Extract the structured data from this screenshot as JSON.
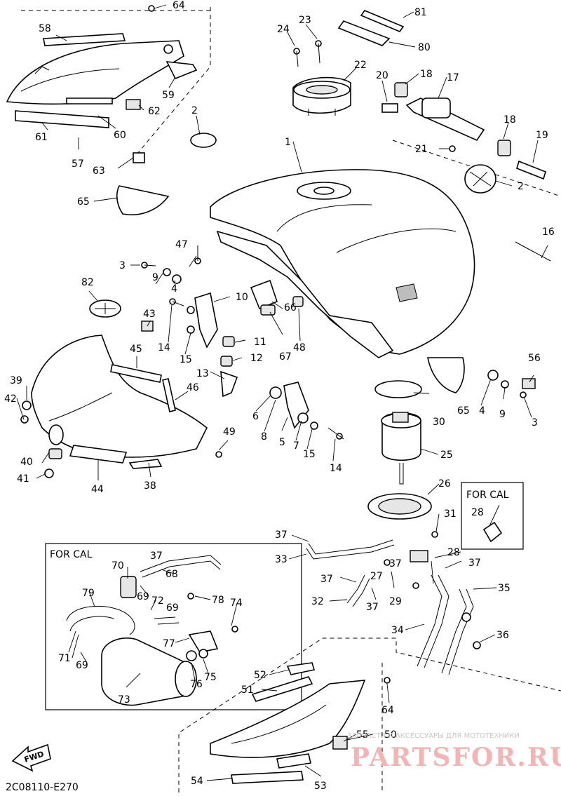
{
  "diagram_code": "2C08110-E270",
  "fwd_label": "FWD",
  "for_cal_label_1": "FOR CAL",
  "for_cal_label_2": "FOR CAL",
  "watermark_top": "ЗАПЧАСТИ И АКСЕССУАРЫ ДЛЯ МОТОТЕХНИКИ",
  "watermark_main": "PARTSFOR.RU",
  "labels": [
    "1",
    "2",
    "2",
    "3",
    "3",
    "4",
    "4",
    "5",
    "6",
    "7",
    "8",
    "9",
    "9",
    "10",
    "11",
    "12",
    "13",
    "14",
    "14",
    "15",
    "15",
    "16",
    "17",
    "18",
    "18",
    "19",
    "20",
    "21",
    "22",
    "23",
    "24",
    "25",
    "26",
    "27",
    "28",
    "28",
    "29",
    "30",
    "31",
    "32",
    "33",
    "34",
    "35",
    "36",
    "37",
    "37",
    "37",
    "37",
    "37",
    "37",
    "38",
    "39",
    "40",
    "41",
    "42",
    "43",
    "44",
    "45",
    "46",
    "47",
    "48",
    "49",
    "50",
    "51",
    "52",
    "53",
    "54",
    "55",
    "56",
    "57",
    "58",
    "59",
    "60",
    "61",
    "62",
    "63",
    "64",
    "64",
    "65",
    "65",
    "66",
    "67",
    "68",
    "69",
    "69",
    "69",
    "70",
    "71",
    "72",
    "73",
    "74",
    "75",
    "76",
    "77",
    "78",
    "79",
    "80",
    "81",
    "82"
  ]
}
